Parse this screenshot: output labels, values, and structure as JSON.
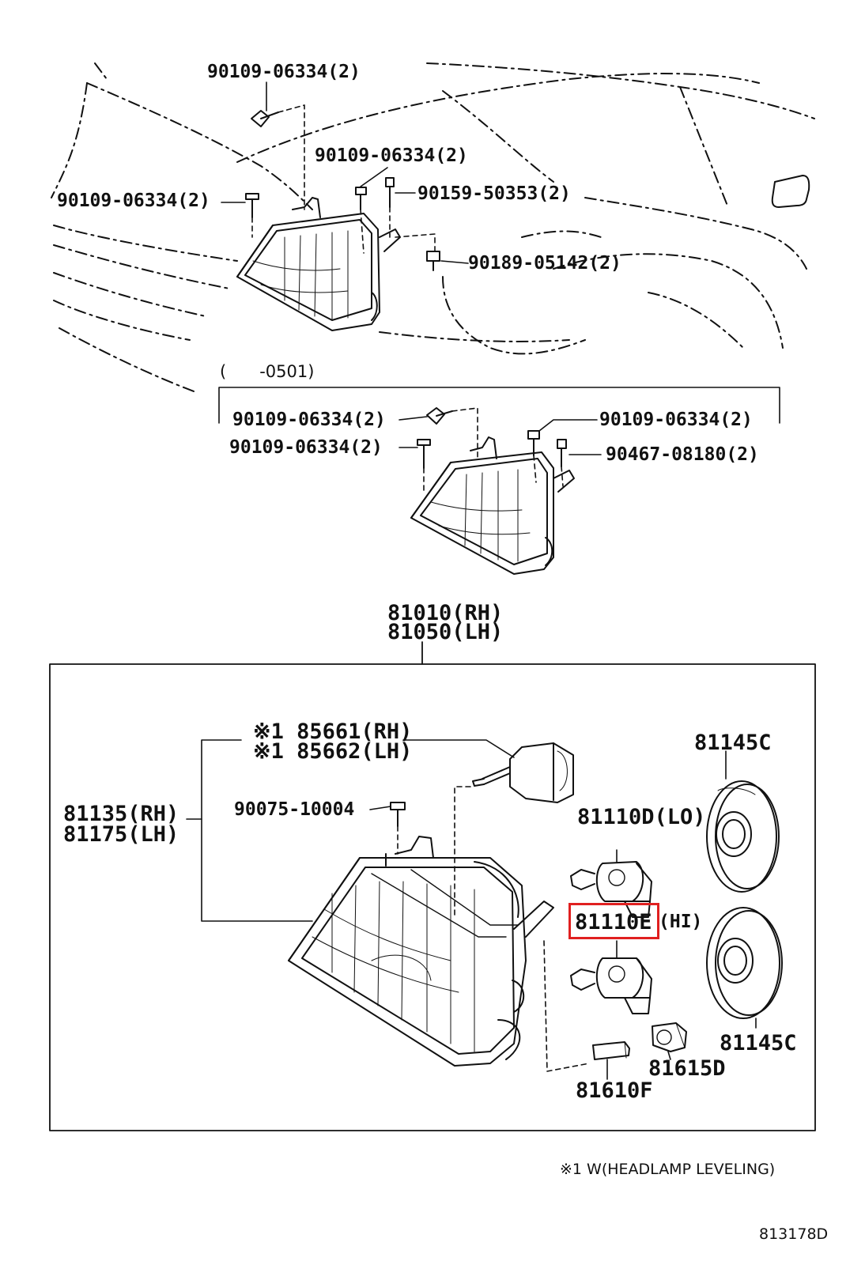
{
  "labels": {
    "top_bolt": "90109-06334(2)",
    "upper_bolt_mid": "90109-06334(2)",
    "left_bolt": "90109-06334(2)",
    "screw_right": "90159-50353(2)",
    "clip_right": "90189-05142(2)",
    "range_note": "(　　-0501)",
    "sub_bolt_left_a": "90109-06334(2)",
    "sub_bolt_left_b": "90109-06334(2)",
    "sub_bolt_right": "90109-06334(2)",
    "sub_screw_right": "90467-08180(2)",
    "assy_rh": "81010(RH)",
    "assy_lh": "81050(LH)",
    "leveling_rh": "※1 85661(RH)",
    "leveling_lh": "※1 85662(LH)",
    "unit_rh": "81135(RH)",
    "unit_lh": "81175(LH)",
    "screw_small": "90075-10004",
    "cover_top": "81145C",
    "bulb_lo": "81110D(LO)",
    "bulb_hi_code": "81110E",
    "bulb_hi_tag": "(HI)",
    "cover_bottom": "81145C",
    "socket": "81615D",
    "bulb_small": "81610F",
    "footnote": "※1 W(HEADLAMP LEVELING)",
    "diagram_id": "813178D"
  },
  "highlight_color": "#e02020",
  "line_color": "#111111"
}
